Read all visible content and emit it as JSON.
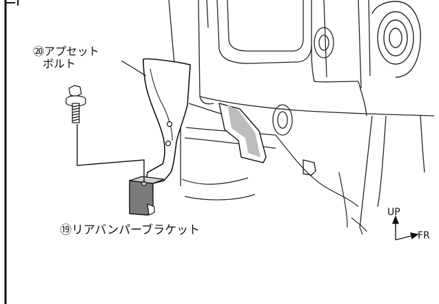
{
  "labels": {
    "bolt_line1": "⑳アプセット",
    "bolt_line2": "ボルト",
    "bracket": "⑲リアバンパーブラケット"
  },
  "direction_indicator": {
    "up": "UP",
    "front": "FR"
  },
  "colors": {
    "line": "#111111",
    "bracket_fill": "#7a7a7a",
    "background": "#ffffff"
  }
}
